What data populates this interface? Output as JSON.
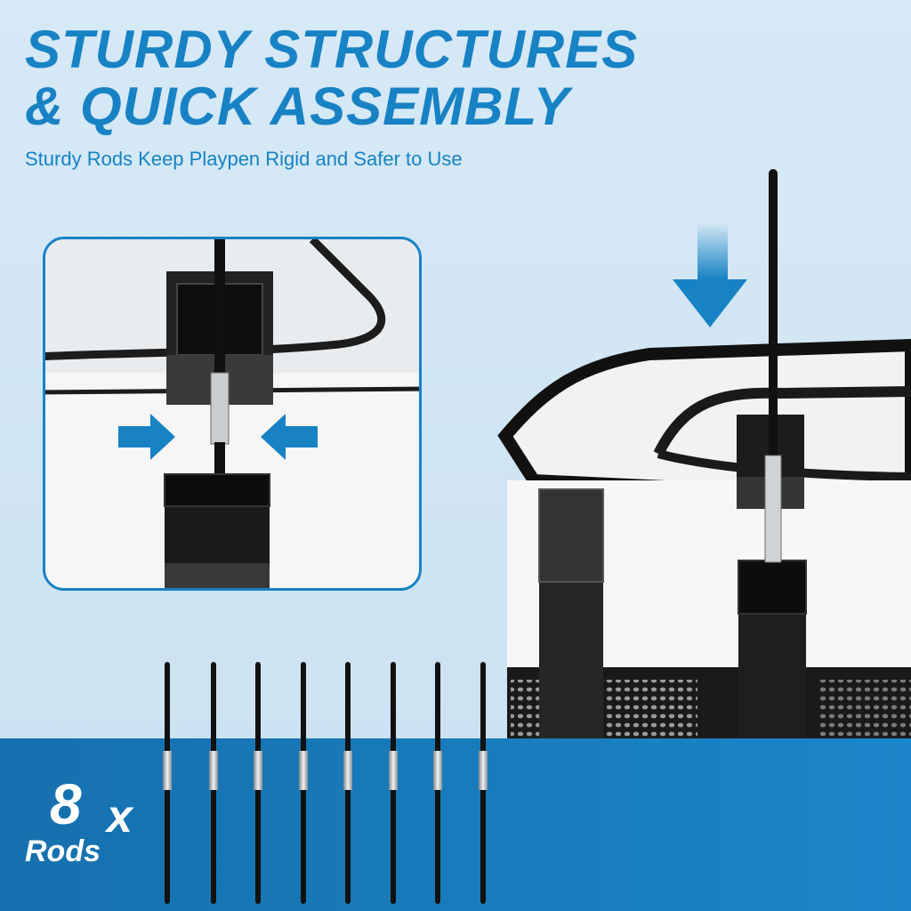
{
  "headline": {
    "line1": "STURDY STRUCTURES",
    "line2": "& QUICK ASSEMBLY"
  },
  "subheadline": "Sturdy Rods Keep Playpen Rigid and Safer to Use",
  "rods_callout": {
    "count": "8",
    "times": "x",
    "label": "Rods"
  },
  "colors": {
    "brand_blue": "#1782c4",
    "band_blue": "#1a86c9",
    "fabric_black": "#1c1c1c",
    "panel_white": "#f4f4f4"
  },
  "icons": {
    "down_arrow": "arrow-down-icon",
    "left_arrow": "arrow-right-icon",
    "right_arrow": "arrow-left-icon"
  }
}
